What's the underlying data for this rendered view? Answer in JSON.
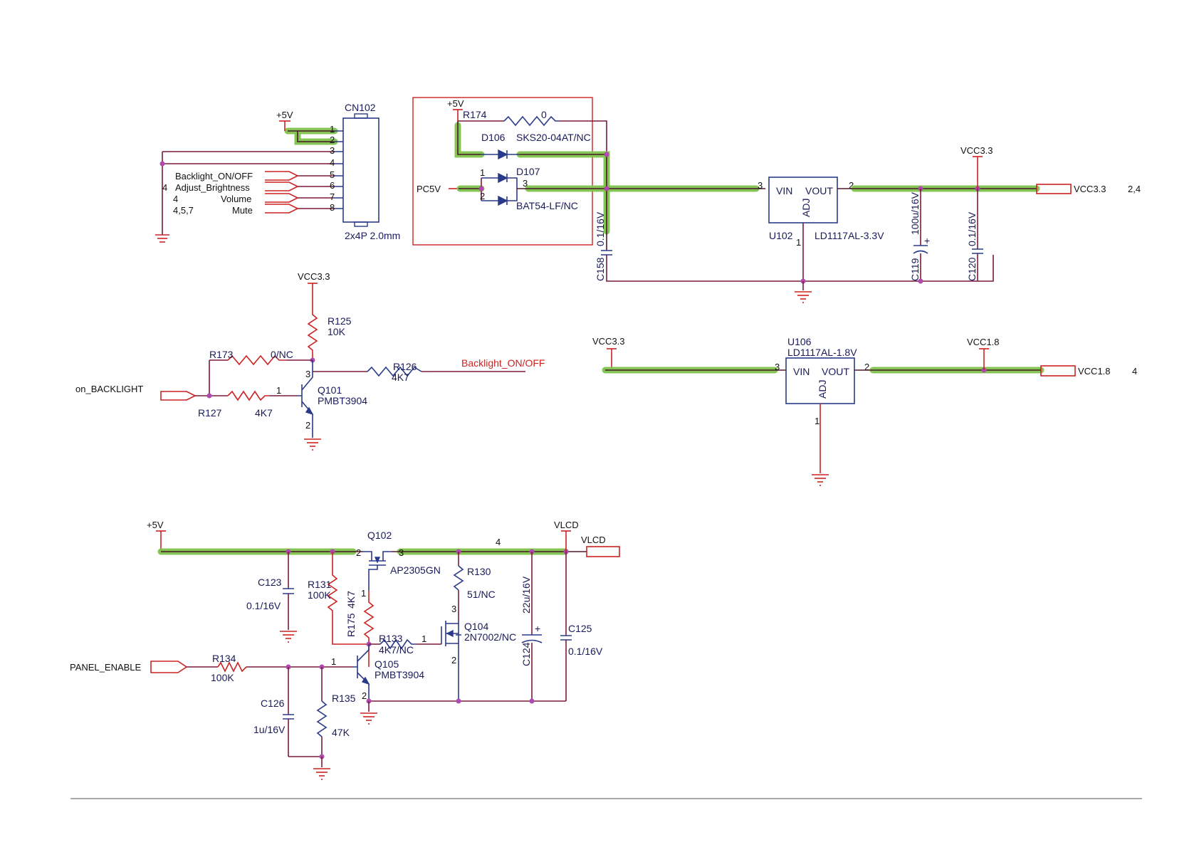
{
  "supply_labels": {
    "p5v_a": "+5V",
    "p5v_b": "+5V",
    "p5v_c": "+5V",
    "vcc33_a": "VCC3.3",
    "vcc33_b": "VCC3.3",
    "vcc33_c": "VCC3.3",
    "vcc18": "VCC1.8",
    "vlcd": "VLCD"
  },
  "connector": {
    "ref": "CN102",
    "value": "2x4P 2.0mm",
    "pins": [
      "1",
      "2",
      "3",
      "4",
      "5",
      "6",
      "7",
      "8"
    ],
    "signals": [
      {
        "label": "Backlight_ON/OFF",
        "page": ""
      },
      {
        "label": "Adjust_Brightness",
        "page": "4"
      },
      {
        "label": "Volume",
        "page": "4"
      },
      {
        "label": "Mute",
        "page": "4,5,7"
      }
    ]
  },
  "power_in": {
    "pc5v": "PC5V",
    "r174_ref": "R174",
    "r174_val": "0",
    "d106_ref": "D106",
    "d106_val": "SKS20-04AT/NC",
    "d107_ref": "D107",
    "d107_val": "BAT54-LF/NC",
    "d107_pin1": "1",
    "d107_pin2": "2",
    "d107_pin3": "3",
    "c158_ref": "C158",
    "c158_val": "0.1/16V"
  },
  "reg33": {
    "ref": "U102",
    "value": "LD1117AL-3.3V",
    "vin": "VIN",
    "vout": "VOUT",
    "adj": "ADJ",
    "pin_in": "3",
    "pin_out": "2",
    "pin_adj": "1",
    "c119_ref": "C119",
    "c119_val": "100u/16V",
    "c120_ref": "C120",
    "c120_val": "0.1/16V",
    "out_port": "VCC3.3",
    "out_pages": "2,4"
  },
  "reg18": {
    "ref": "U106",
    "value": "LD1117AL-1.8V",
    "vin": "VIN",
    "vout": "VOUT",
    "adj": "ADJ",
    "pin_in": "3",
    "pin_out": "2",
    "pin_adj": "1",
    "out_port": "VCC1.8",
    "out_pages": "4"
  },
  "backlight": {
    "input": "on_BACKLIGHT",
    "output": "Backlight_ON/OFF",
    "r125_ref": "R125",
    "r125_val": "10K",
    "r173_ref": "R173",
    "r173_val": "0/NC",
    "r126_ref": "R126",
    "r126_val": "4K7",
    "r127_ref": "R127",
    "r127_val": "4K7",
    "q101_ref": "Q101",
    "q101_val": "PMBT3904",
    "q101_pin1": "1",
    "q101_pin2": "2",
    "q101_pin3": "3"
  },
  "panel": {
    "input": "PANEL_ENABLE",
    "out_port": "VLCD",
    "q102_ref": "Q102",
    "q102_val": "AP2305GN",
    "q102_pin2": "2",
    "q102_pin3": "3",
    "net4": "4",
    "c123_ref": "C123",
    "c123_val": "0.1/16V",
    "r131_ref": "R131",
    "r131_val": "100K",
    "r175_ref": "R175",
    "r175_val": "4K7",
    "r130_ref": "R130",
    "r130_val": "51/NC",
    "q104_ref": "Q104",
    "q104_val": "2N7002/NC",
    "q104_pin1": "1",
    "q104_pin2": "2",
    "q104_pin3": "3",
    "r133_ref": "R133",
    "r133_val": "4K7/NC",
    "c124_ref": "C124",
    "c124_val": "22u/16V",
    "c125_ref": "C125",
    "c125_val": "0.1/16V",
    "r134_ref": "R134",
    "r134_val": "100K",
    "q105_ref": "Q105",
    "q105_val": "PMBT3904",
    "q105_pin1": "1",
    "q105_pin2": "2",
    "q105_pin1b": "1",
    "c126_ref": "C126",
    "c126_val": "1u/16V",
    "r135_ref": "R135",
    "r135_val": "47K"
  },
  "colors": {
    "wire": "#7a1a3a",
    "port": "#cc2222",
    "component": "#2a3a8a",
    "highlight": "#7dc24a",
    "junction": "#b04ab0"
  }
}
